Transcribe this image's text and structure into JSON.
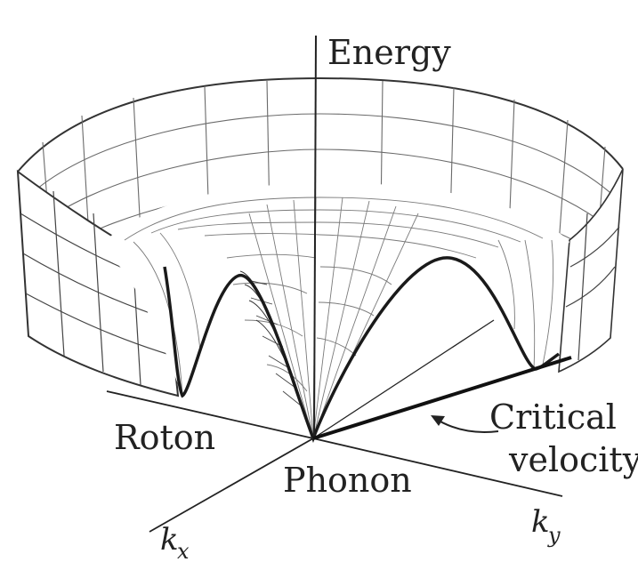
{
  "figure": {
    "labels": {
      "energy": "Energy",
      "roton": "Roton",
      "phonon": "Phonon",
      "critical_velocity_line1": "Critical",
      "critical_velocity_line2": "velocity",
      "kx_base": "k",
      "kx_sub": "x",
      "ky_base": "k",
      "ky_sub": "y"
    },
    "colors": {
      "ink": "#222222",
      "grid": "#6a6a6a",
      "background": "#ffffff"
    },
    "icons": {
      "critical_velocity_pointer": "curved-arrow-icon"
    }
  }
}
